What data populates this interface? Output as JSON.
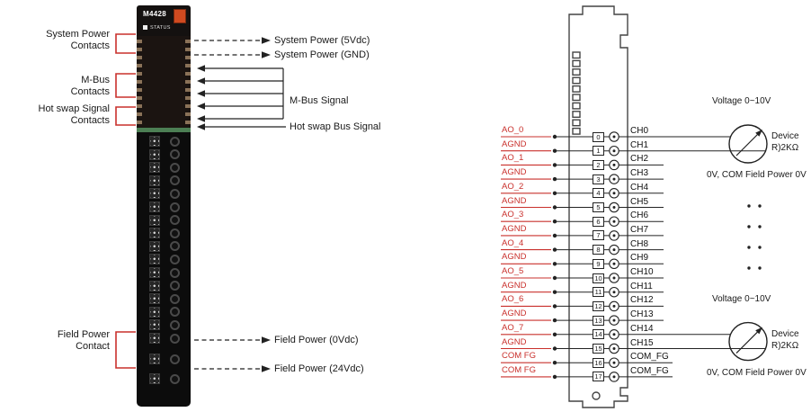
{
  "module": {
    "model": "M4428",
    "status_label": "STATUS",
    "left_callouts": [
      {
        "line1": "System Power",
        "line2": "Contacts"
      },
      {
        "line1": "M-Bus",
        "line2": "Contacts"
      },
      {
        "line1": "Hot swap Signal",
        "line2": "Contacts"
      },
      {
        "line1": "Field Power",
        "line2": "Contact"
      }
    ],
    "right_callouts": {
      "system_power_5v": "System Power (5Vdc)",
      "system_power_gnd": "System Power (GND)",
      "mbus": "M-Bus Signal",
      "hot_swap": "Hot swap Bus Signal",
      "field_0v": "Field Power (0Vdc)",
      "field_24v": "Field Power (24Vdc)"
    }
  },
  "terminal_block": {
    "rows": [
      {
        "signal": "AO_0",
        "pin": "0",
        "channel": "CH0"
      },
      {
        "signal": "AGND",
        "pin": "1",
        "channel": "CH1"
      },
      {
        "signal": "AO_1",
        "pin": "2",
        "channel": "CH2"
      },
      {
        "signal": "AGND",
        "pin": "3",
        "channel": "CH3"
      },
      {
        "signal": "AO_2",
        "pin": "4",
        "channel": "CH4"
      },
      {
        "signal": "AGND",
        "pin": "5",
        "channel": "CH5"
      },
      {
        "signal": "AO_3",
        "pin": "6",
        "channel": "CH6"
      },
      {
        "signal": "AGND",
        "pin": "7",
        "channel": "CH7"
      },
      {
        "signal": "AO_4",
        "pin": "8",
        "channel": "CH8"
      },
      {
        "signal": "AGND",
        "pin": "9",
        "channel": "CH9"
      },
      {
        "signal": "AO_5",
        "pin": "10",
        "channel": "CH10"
      },
      {
        "signal": "AGND",
        "pin": "11",
        "channel": "CH11"
      },
      {
        "signal": "AO_6",
        "pin": "12",
        "channel": "CH12"
      },
      {
        "signal": "AGND",
        "pin": "13",
        "channel": "CH13"
      },
      {
        "signal": "AO_7",
        "pin": "14",
        "channel": "CH14"
      },
      {
        "signal": "AGND",
        "pin": "15",
        "channel": "CH15"
      },
      {
        "signal": "COM FG",
        "pin": "16",
        "channel": "COM_FG"
      },
      {
        "signal": "COM FG",
        "pin": "17",
        "channel": "COM_FG"
      }
    ],
    "devices": [
      {
        "voltage": "Voltage 0~10V",
        "name": "Device",
        "impedance": "R)2KΩ",
        "power": "0V, COM Field Power 0V"
      },
      {
        "voltage": "Voltage 0~10V",
        "name": "Device",
        "impedance": "R)2KΩ",
        "power": "0V, COM Field Power 0V"
      }
    ]
  },
  "colors": {
    "accent_red": "#c9302c",
    "line": "#222222",
    "led_orange": "#d04a20",
    "green_strip": "#4c7f54"
  }
}
